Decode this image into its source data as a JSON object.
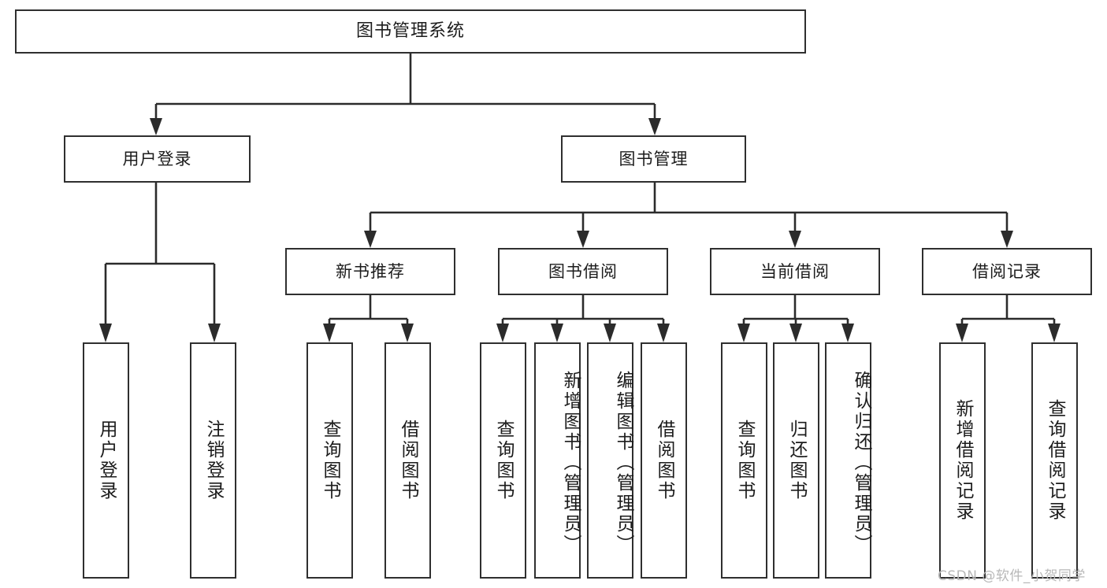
{
  "diagram": {
    "type": "tree-hierarchy-functional-decomposition",
    "root": {
      "label": "图书管理系统"
    },
    "level2": [
      {
        "label": "用户登录"
      },
      {
        "label": "图书管理"
      }
    ],
    "level3": [
      {
        "label": "新书推荐"
      },
      {
        "label": "图书借阅"
      },
      {
        "label": "当前借阅"
      },
      {
        "label": "借阅记录"
      }
    ],
    "leaves": {
      "user_login": [
        {
          "label": "用户登录"
        },
        {
          "label": "注销登录"
        }
      ],
      "new_book_recommend": [
        {
          "label": "查询图书"
        },
        {
          "label": "借阅图书"
        }
      ],
      "book_borrow": [
        {
          "label": "查询图书"
        },
        {
          "label": "新增图书（管理员）"
        },
        {
          "label": "编辑图书（管理员）"
        },
        {
          "label": "借阅图书"
        }
      ],
      "current_borrow": [
        {
          "label": "查询图书"
        },
        {
          "label": "归还图书"
        },
        {
          "label": "确认归还（管理员）"
        }
      ],
      "borrow_record": [
        {
          "label": "新增借阅记录"
        },
        {
          "label": "查询借阅记录"
        }
      ]
    }
  },
  "watermark": {
    "text": "CSDN @软件_小贺同学"
  },
  "colors": {
    "stroke": "#2f2f2f",
    "background": "#ffffff",
    "text": "#1c1c1c",
    "watermark": "#b8b8b8"
  }
}
